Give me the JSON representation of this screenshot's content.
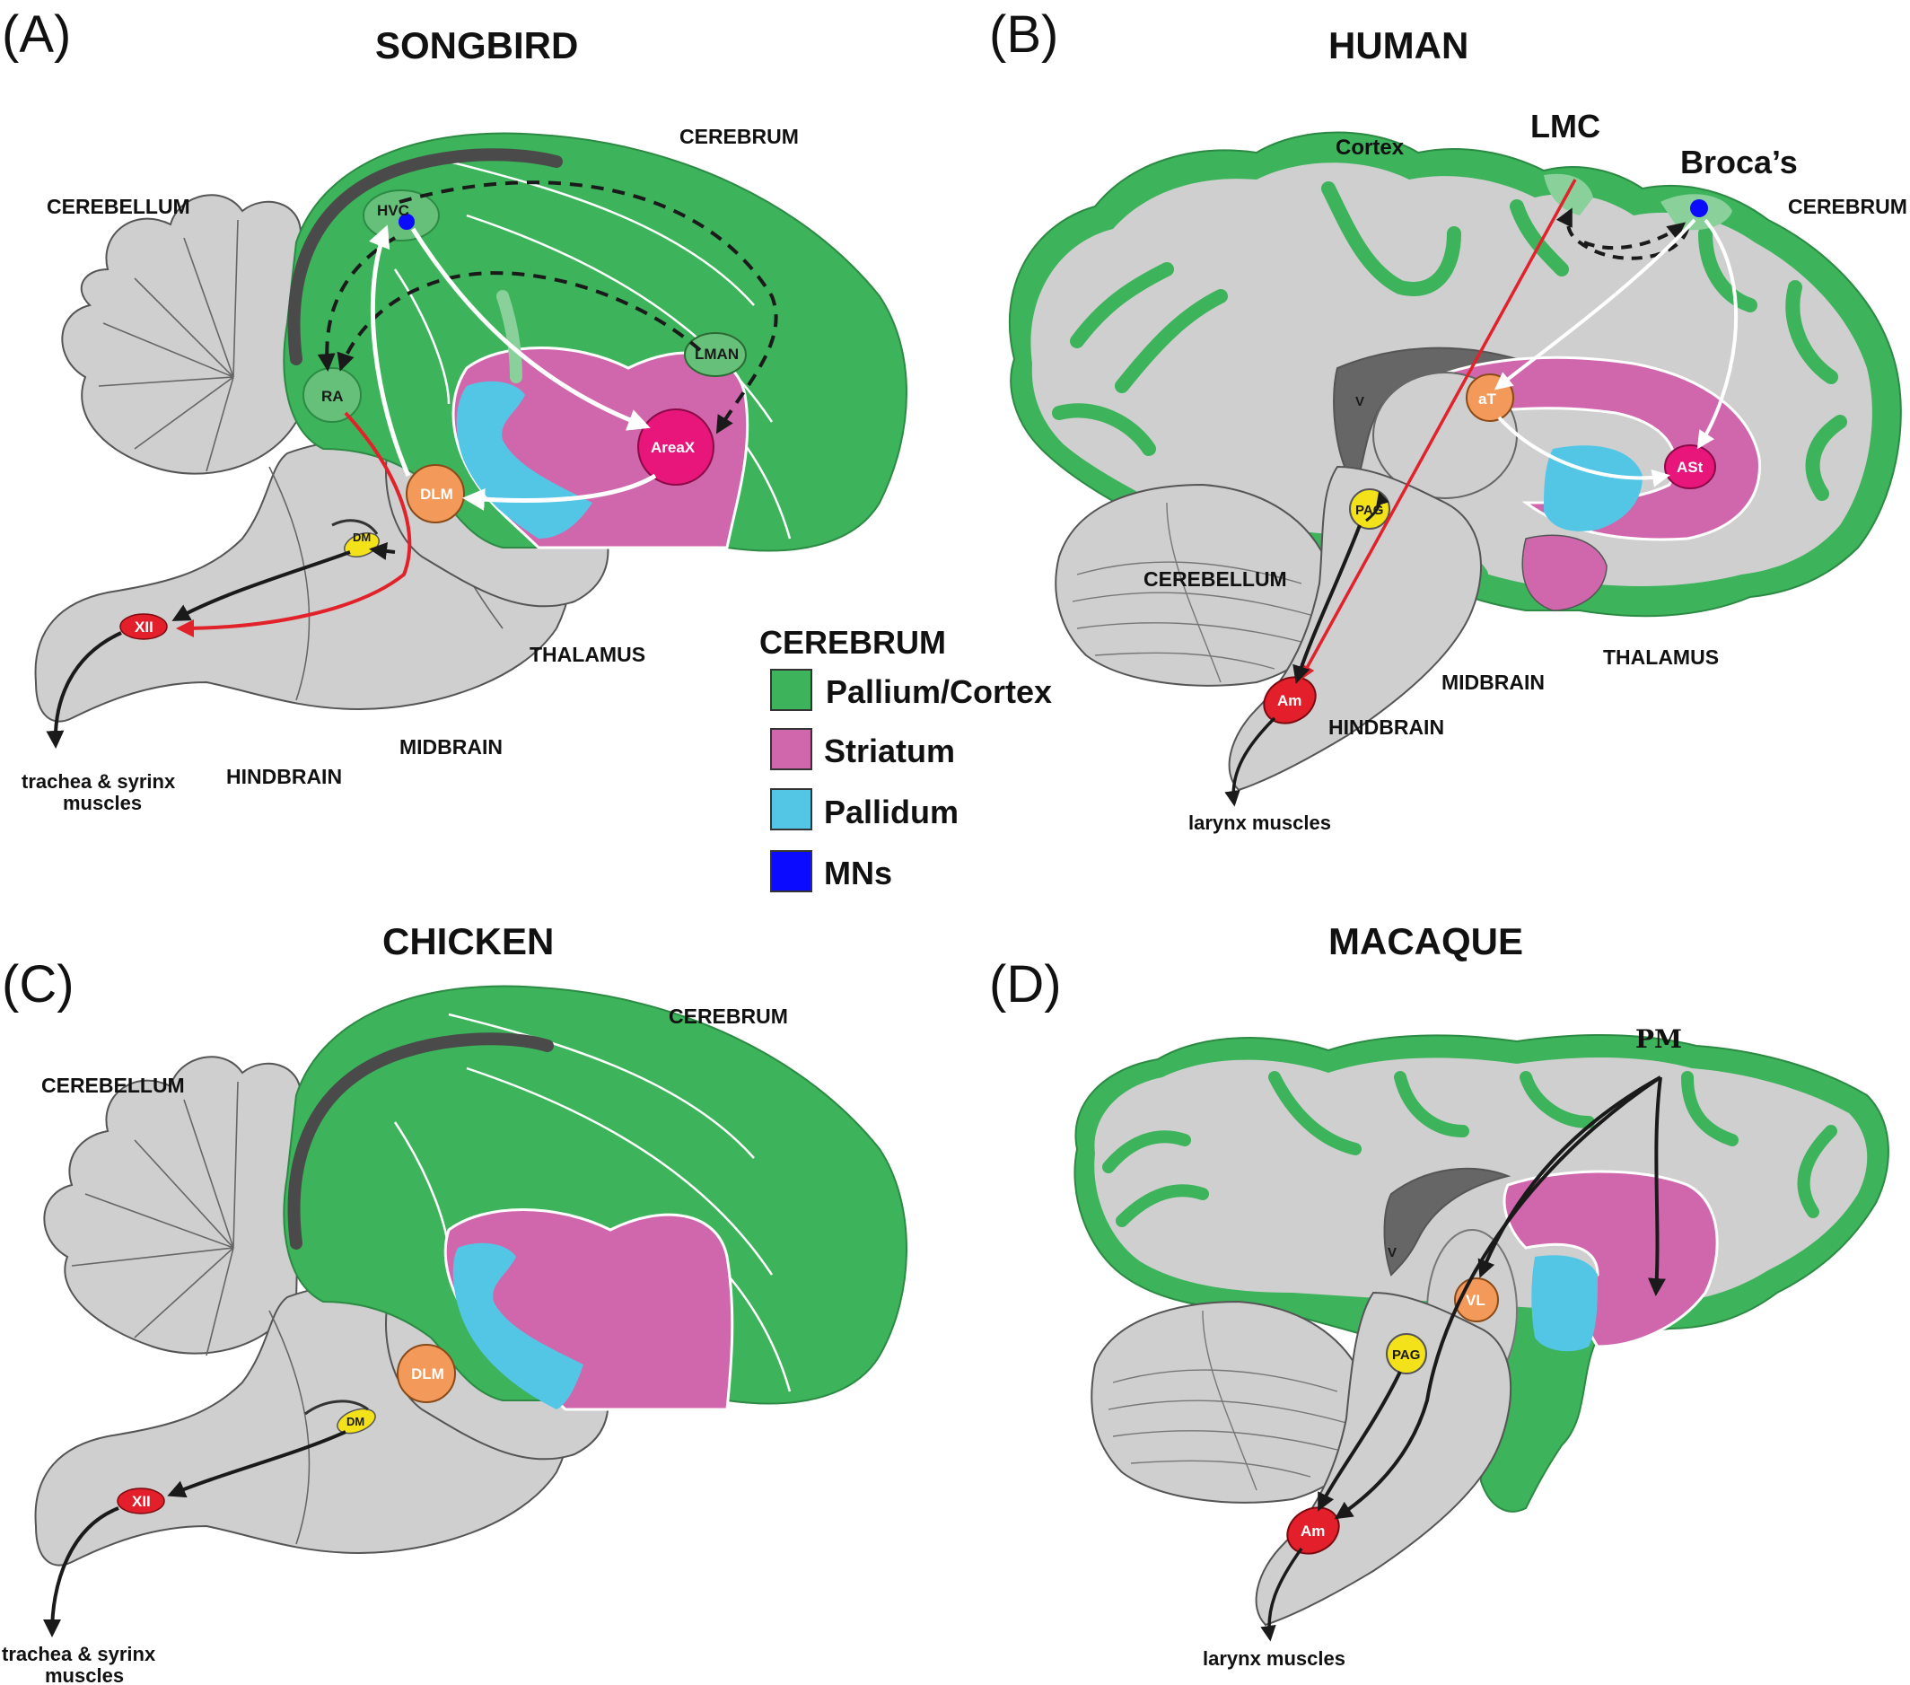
{
  "colors": {
    "pallium": "#3db35b",
    "striatum": "#d067ad",
    "pallidum": "#53c6e6",
    "mns": "#0b0bff",
    "gray": "#cfcfcf",
    "outline": "#555555",
    "nucleus_orange": "#f39a5a",
    "nucleus_yellow": "#f3e21a",
    "nucleus_red": "#e21f2a",
    "nucleus_magenta": "#e8157a",
    "pathway_red": "#e2222a"
  },
  "panelA": {
    "letter": "(A)",
    "title": "SONGBIRD",
    "labels": {
      "cerebrum": "CEREBRUM",
      "cerebellum": "CEREBELLUM",
      "thalamus": "THALAMUS",
      "midbrain": "MIDBRAIN",
      "hindbrain": "HINDBRAIN",
      "output_line1": "trachea & syrinx",
      "output_line2": "muscles"
    },
    "nuclei": {
      "hvc": "HVC",
      "ra": "RA",
      "lman": "LMAN",
      "areax": "AreaX",
      "dlm": "DLM",
      "dm": "DM",
      "xii": "XII"
    }
  },
  "panelB": {
    "letter": "(B)",
    "title": "HUMAN",
    "labels": {
      "lmc": "LMC",
      "brocas": "Broca’s",
      "cortex": "Cortex",
      "cerebrum": "CEREBRUM",
      "cerebellum": "CEREBELLUM",
      "thalamus": "THALAMUS",
      "midbrain": "MIDBRAIN",
      "hindbrain": "HINDBRAIN",
      "output": "larynx muscles"
    },
    "nuclei": {
      "v": "V",
      "at": "aT",
      "ast": "ASt",
      "pag": "PAG",
      "am": "Am"
    }
  },
  "panelC": {
    "letter": "(C)",
    "title": "CHICKEN",
    "labels": {
      "cerebrum": "CEREBRUM",
      "cerebellum": "CEREBELLUM",
      "output_line1": "trachea & syrinx",
      "output_line2": "muscles"
    },
    "nuclei": {
      "dlm": "DLM",
      "dm": "DM",
      "xii": "XII"
    }
  },
  "panelD": {
    "letter": "(D)",
    "title": "MACAQUE",
    "labels": {
      "pm": "PM",
      "output": "larynx muscles"
    },
    "nuclei": {
      "v": "V",
      "vl": "VL",
      "pag": "PAG",
      "am": "Am"
    }
  },
  "legend": {
    "title": "CEREBRUM",
    "items": [
      {
        "label": "Pallium/Cortex",
        "color": "#3db35b"
      },
      {
        "label": "Striatum",
        "color": "#d067ad"
      },
      {
        "label": "Pallidum",
        "color": "#53c6e6"
      },
      {
        "label": "MNs",
        "color": "#0b0bff"
      }
    ]
  }
}
